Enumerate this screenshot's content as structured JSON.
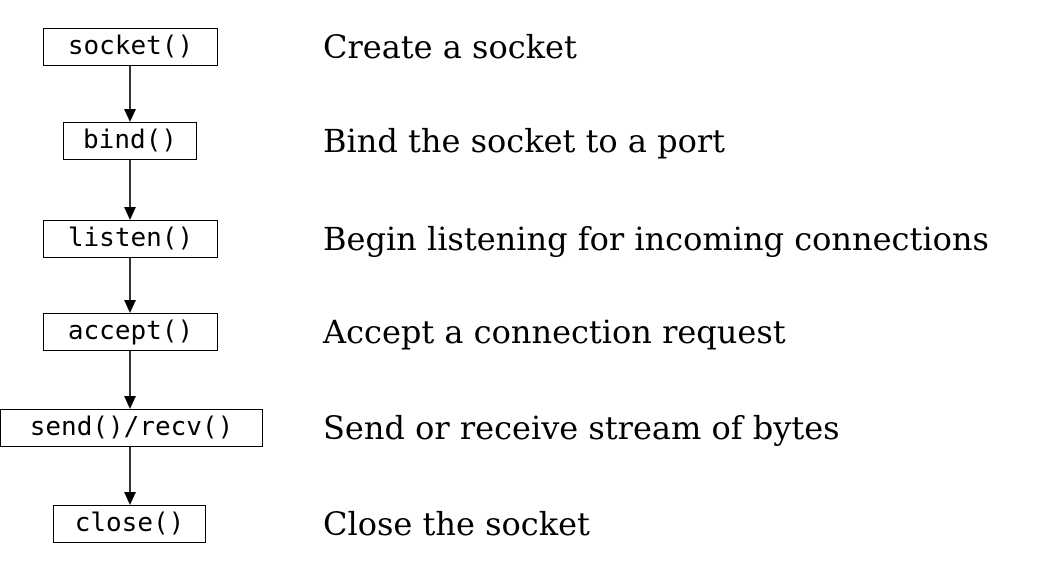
{
  "steps": [
    {
      "function": "socket()",
      "description": "Create a socket"
    },
    {
      "function": "bind()",
      "description": "Bind the socket to a port"
    },
    {
      "function": "listen()",
      "description": "Begin listening for incoming connections"
    },
    {
      "function": "accept()",
      "description": "Accept a connection request"
    },
    {
      "function": "send()/recv()",
      "description": "Send or receive stream of bytes"
    },
    {
      "function": "close()",
      "description": "Close the socket"
    }
  ],
  "colors": {
    "stroke": "#000000",
    "background": "#ffffff"
  }
}
